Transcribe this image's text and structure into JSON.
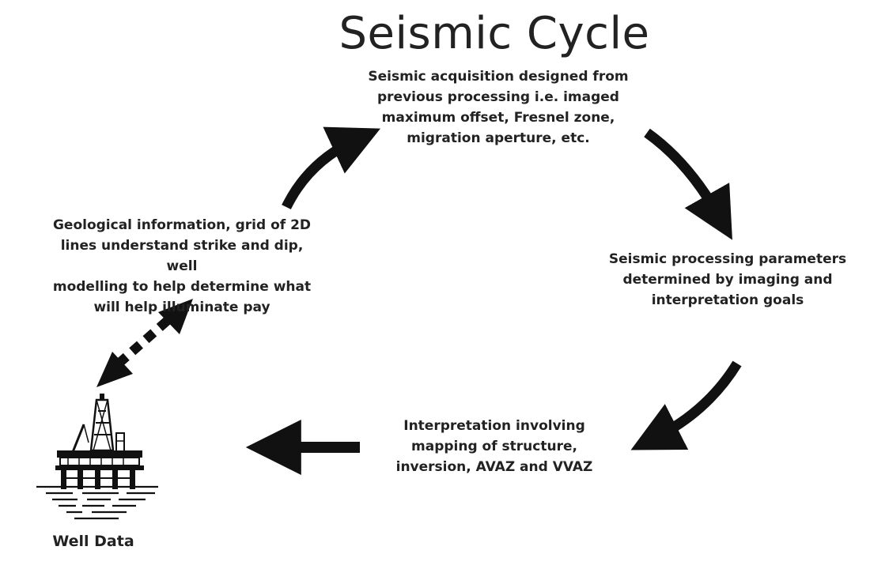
{
  "title": "Seismic Cycle",
  "nodes": {
    "acquisition": "Seismic acquisition designed from\nprevious processing i.e. imaged\nmaximum  offset, Fresnel zone,\nmigration aperture, etc.",
    "processing": "Seismic processing parameters\ndetermined by imaging and\ninterpretation goals",
    "interpretation": "Interpretation involving\nmapping of structure,\ninversion, AVAZ and VVAZ",
    "geological": "Geological information, grid of 2D\nlines understand strike and dip, well\nmodelling to help determine what\nwill help illuminate pay"
  },
  "well_label": "Well Data",
  "icons": {
    "platform": "offshore-oil-platform-icon"
  },
  "colors": {
    "arrow": "#111111",
    "text": "#222222",
    "background": "#ffffff"
  }
}
